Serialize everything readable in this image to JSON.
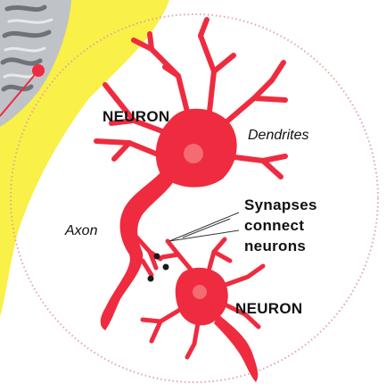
{
  "labels": {
    "neuron_top": "NEURON",
    "dendrites": "Dendrites",
    "axon": "Axon",
    "synapses_line1": "Synapses",
    "synapses_line2": "connect",
    "synapses_line3": "neurons",
    "neuron_bottom": "NEURON"
  },
  "colors": {
    "neuron": "#ef2b3f",
    "soma_highlight": "#f46b74",
    "halo": "#f9f048",
    "circle_outline": "#e2a6a6",
    "synapse_dots": "#1a1a1a",
    "text": "#111111"
  }
}
